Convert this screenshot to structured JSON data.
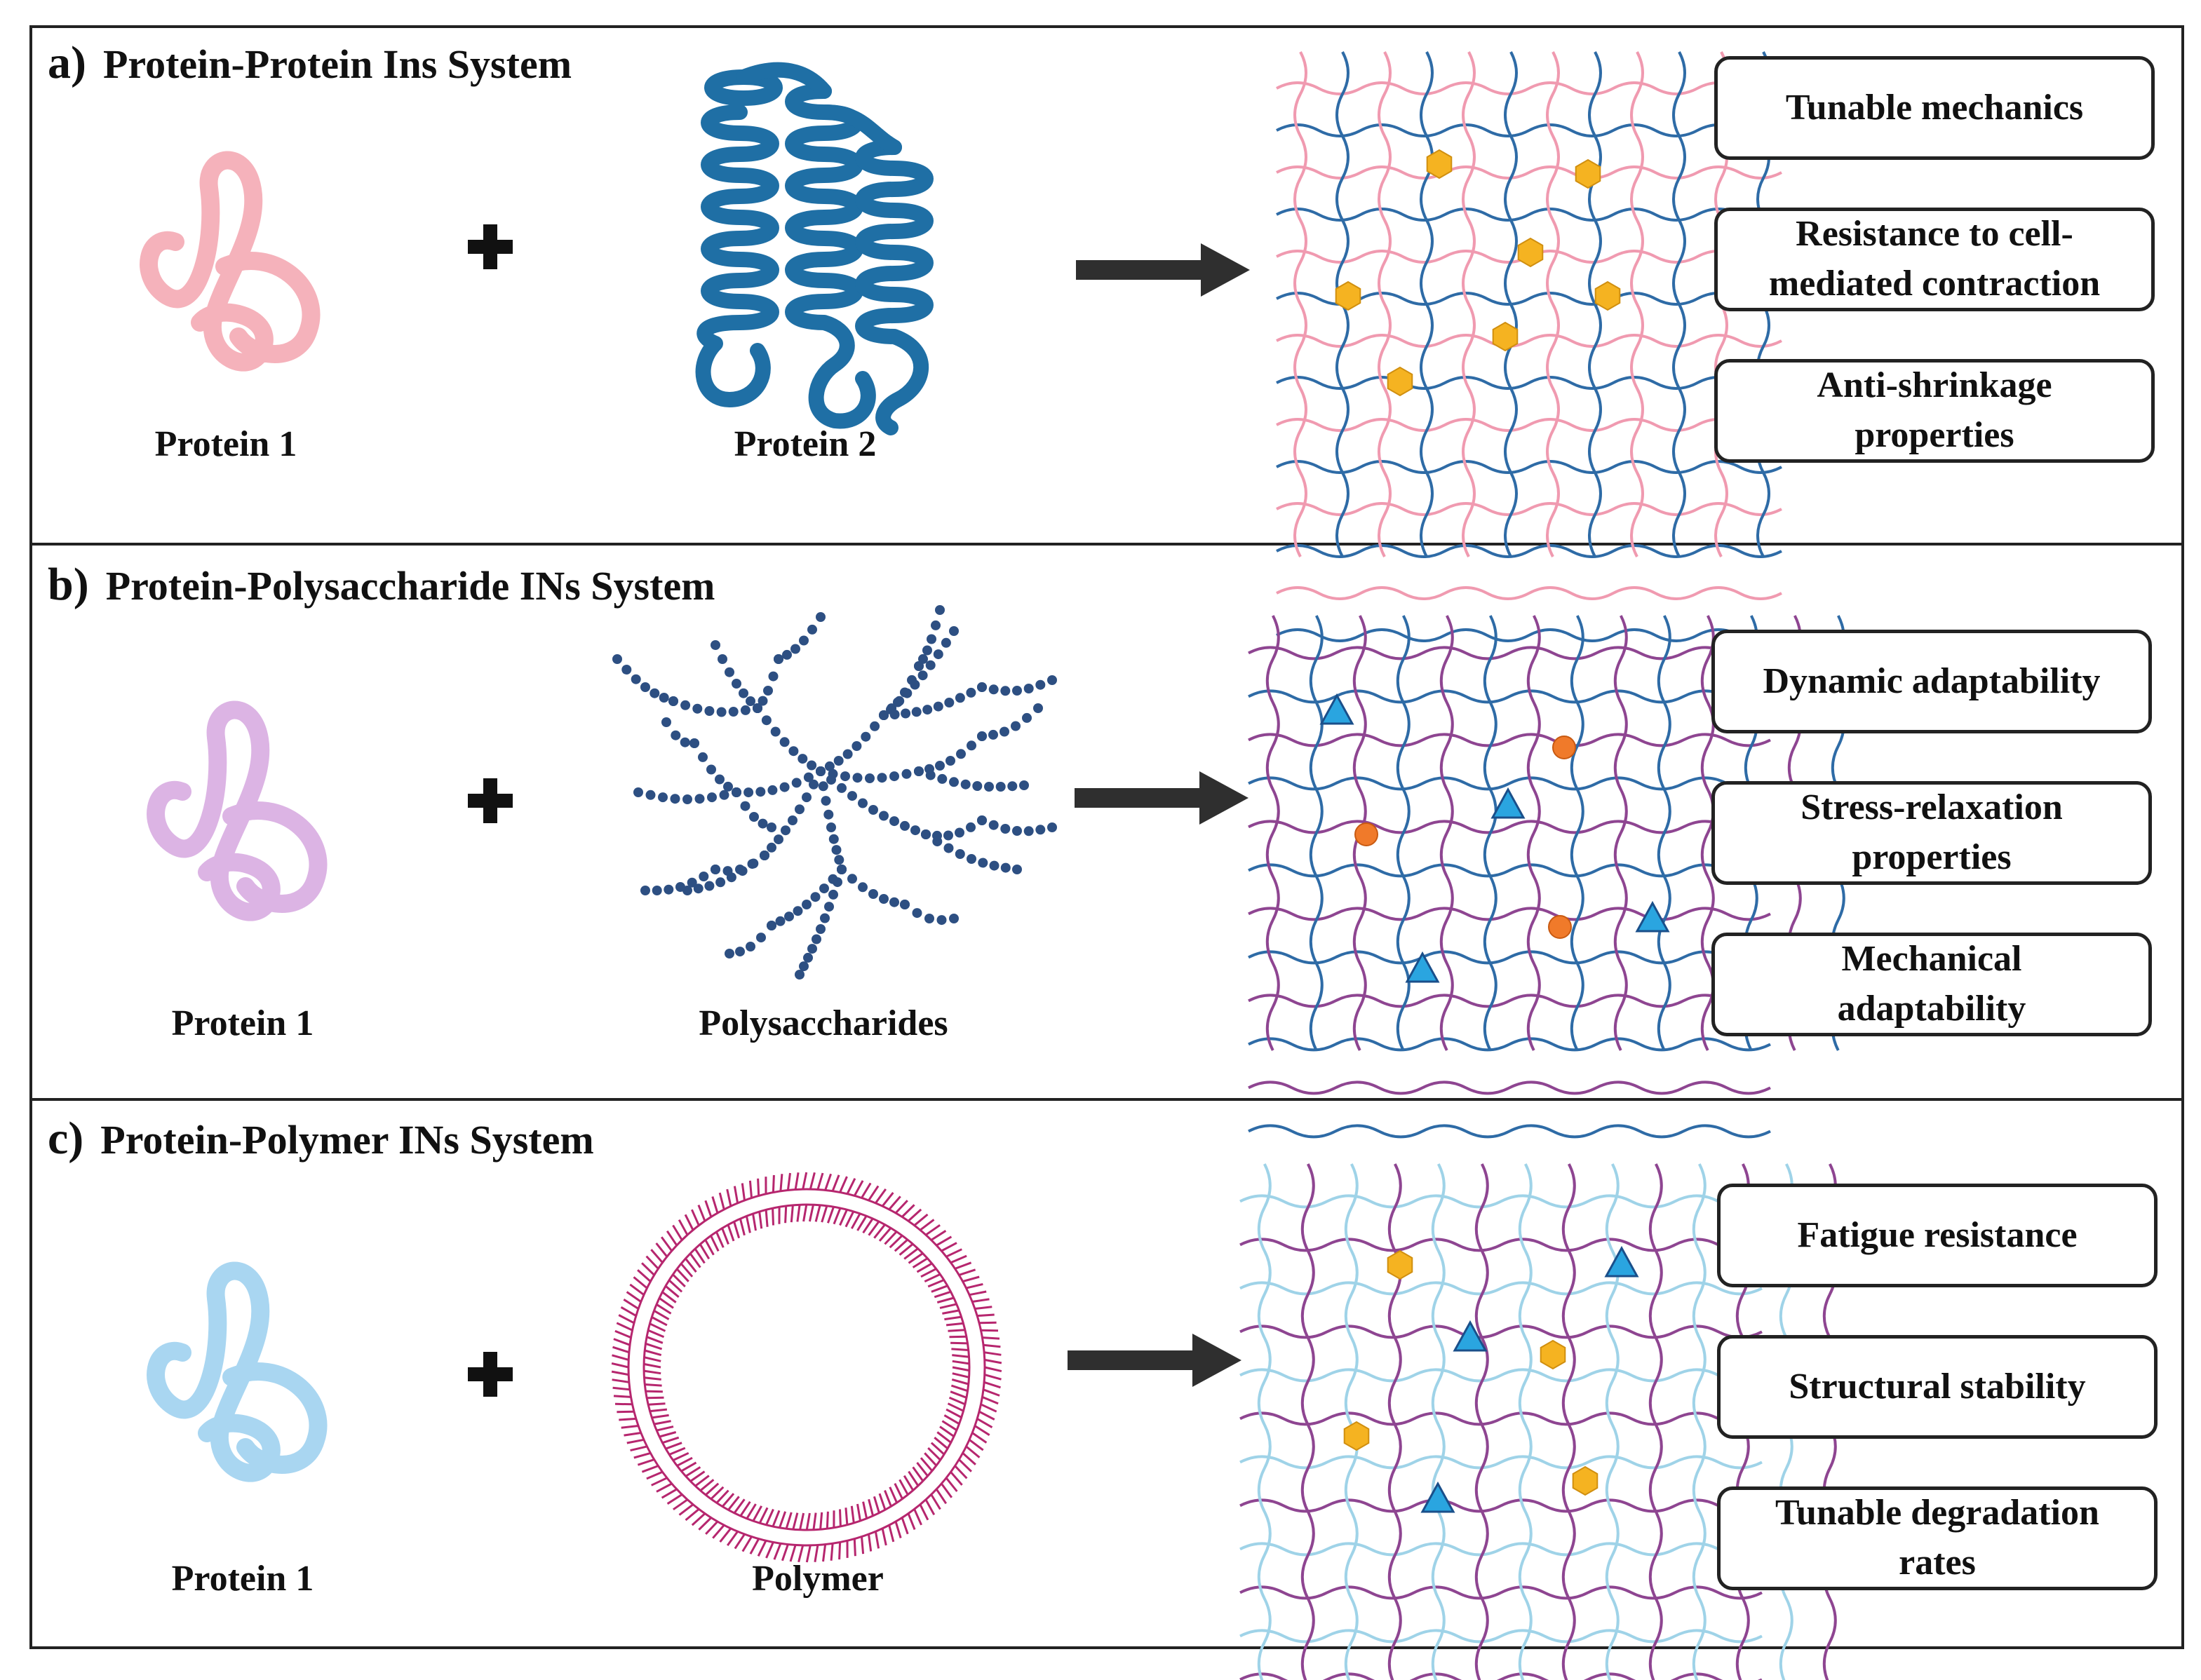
{
  "colors": {
    "pink_protein": "#f5b2bb",
    "purple_protein": "#dcb4e4",
    "blue_protein": "#a9d6f1",
    "helix_blue": "#1f6fa5",
    "sugar_blue": "#2d4f82",
    "polymer_red": "#b6266e",
    "net_pink": "#f09ab0",
    "net_blue": "#2e6ba6",
    "net_light_blue": "#9fd3e8",
    "net_purple": "#8e4591",
    "hexagon": "#f5b321",
    "triangle": "#2aa5e0",
    "circle": "#f07a2a",
    "arrow": "#2f2f2f"
  },
  "icons": [
    "plus-icon",
    "arrow-right-icon",
    "hexagon-icon",
    "triangle-icon",
    "circle-icon"
  ],
  "panels": [
    {
      "letter": "a)",
      "title": "Protein-Protein Ins System",
      "component1": "Protein 1",
      "component2": "Protein 2",
      "properties": [
        [
          "Tunable mechanics"
        ],
        [
          "Resistance to cell-",
          "mediated contraction"
        ],
        [
          "Anti-shrinkage",
          "properties"
        ]
      ]
    },
    {
      "letter": "b)",
      "title": "Protein-Polysaccharide INs System",
      "component1": "Protein 1",
      "component2": "Polysaccharides",
      "properties": [
        [
          "Dynamic adaptability"
        ],
        [
          "Stress-relaxation",
          "properties"
        ],
        [
          "Mechanical",
          "adaptability"
        ]
      ]
    },
    {
      "letter": "c)",
      "title": "Protein-Polymer INs System",
      "component1": "Protein 1",
      "component2": "Polymer",
      "properties": [
        [
          "Fatigue resistance"
        ],
        [
          "Structural stability"
        ],
        [
          "Tunable degradation",
          "rates"
        ]
      ]
    }
  ]
}
